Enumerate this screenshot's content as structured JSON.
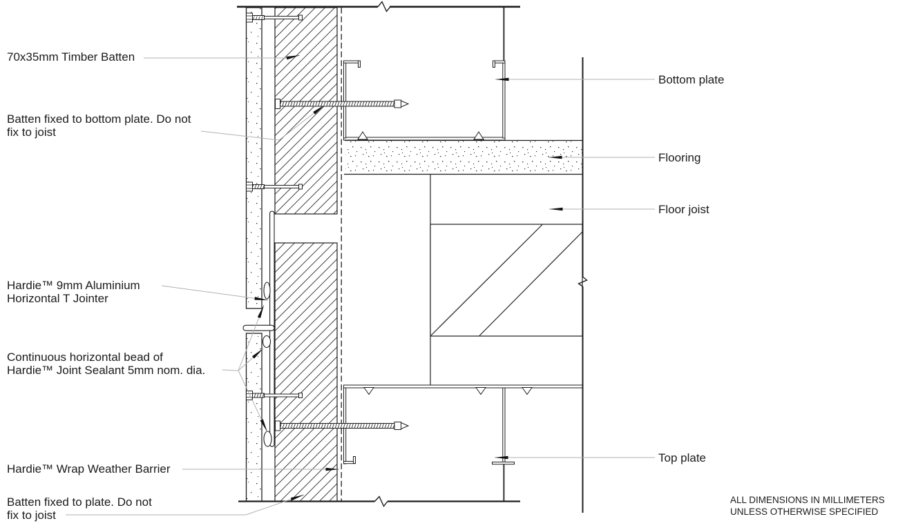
{
  "colors": {
    "line": "#1c1c1c",
    "leader": "#b0b0b0",
    "arrowhead": "#111111",
    "background": "#ffffff"
  },
  "icons": {
    "leader_arrowhead": "filled-triangle-pointer",
    "break_mark": "zigzag-break-line",
    "swage_notch": "v-notch"
  },
  "labels": {
    "timber_batten": {
      "lines": [
        "70x35mm Timber Batten"
      ]
    },
    "batten_fixed_bottom": {
      "lines": [
        "Batten fixed to bottom plate. Do not",
        "fix to joist"
      ]
    },
    "t_jointer": {
      "lines": [
        "Hardie™ 9mm Aluminium",
        "Horizontal T Jointer"
      ]
    },
    "sealant": {
      "lines": [
        "Continuous horizontal bead of",
        "Hardie™ Joint Sealant 5mm nom. dia."
      ]
    },
    "weather_barrier": {
      "lines": [
        "Hardie™ Wrap Weather Barrier"
      ]
    },
    "batten_fixed_plate": {
      "lines": [
        "Batten fixed to plate. Do not",
        "fix to joist"
      ]
    },
    "bottom_plate": {
      "lines": [
        "Bottom plate"
      ]
    },
    "flooring": {
      "lines": [
        "Flooring"
      ]
    },
    "floor_joist": {
      "lines": [
        "Floor joist"
      ]
    },
    "top_plate": {
      "lines": [
        "Top plate"
      ]
    }
  },
  "note": {
    "lines": [
      "ALL DIMENSIONS IN MILLIMETERS",
      "UNLESS OTHERWISE SPECIFIED"
    ]
  }
}
